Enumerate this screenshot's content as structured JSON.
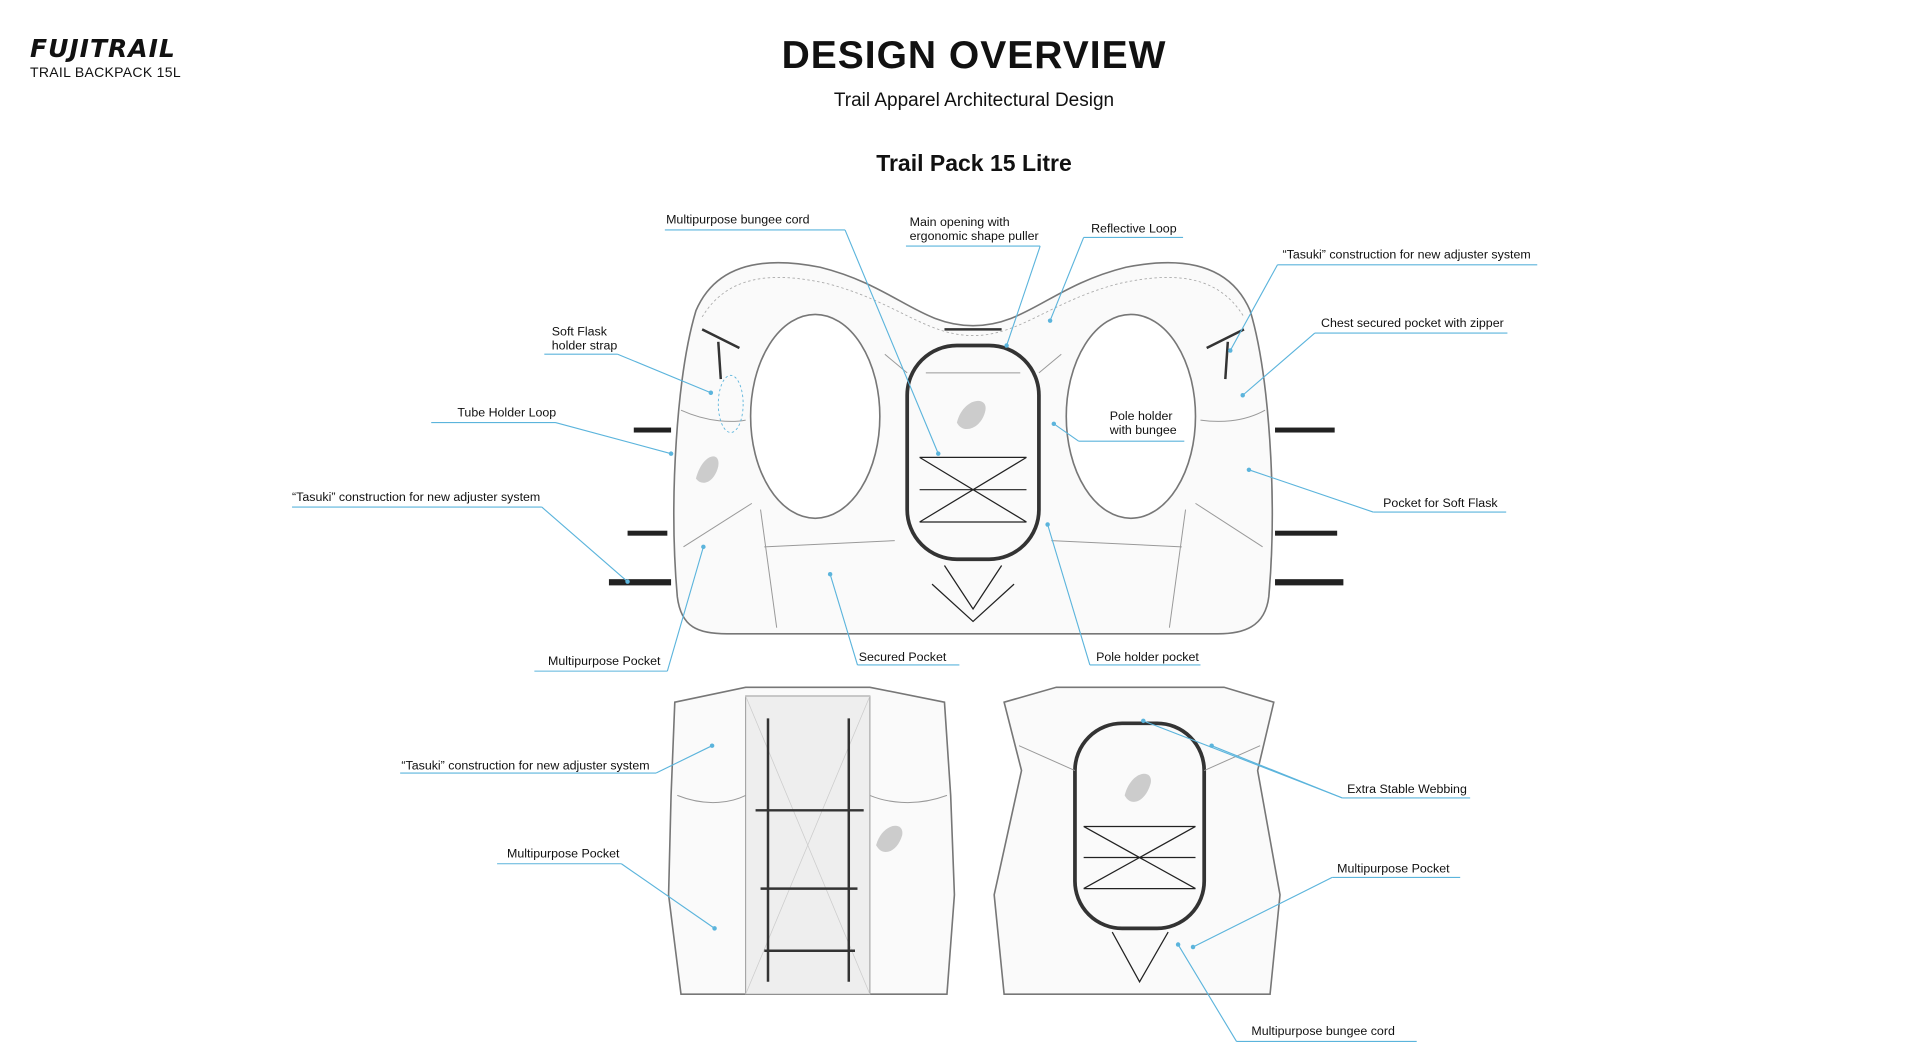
{
  "header": {
    "brand": "FUJITRAIL",
    "product": "TRAIL BACKPACK 15L",
    "title": "DESIGN OVERVIEW",
    "subtitle": "Trail Apparel Architectural Design",
    "section_title": "Trail Pack 15 Litre"
  },
  "colors": {
    "leader": "#5bb4dc",
    "text": "#111111"
  },
  "callouts": [
    {
      "lines": [
        "Multipurpose bungee cord"
      ]
    },
    {
      "lines": [
        "Main opening with",
        "ergonomic shape puller"
      ]
    },
    {
      "lines": [
        "Reflective Loop"
      ]
    },
    {
      "lines": [
        "“Tasuki” construction for new adjuster system"
      ]
    },
    {
      "lines": [
        "Chest secured pocket with zipper"
      ]
    },
    {
      "lines": [
        "Soft Flask",
        "holder strap"
      ]
    },
    {
      "lines": [
        "Tube Holder Loop"
      ]
    },
    {
      "lines": [
        "Pole holder",
        "with bungee"
      ]
    },
    {
      "lines": [
        "“Tasuki” construction for new adjuster system"
      ]
    },
    {
      "lines": [
        "Pocket for Soft Flask"
      ]
    },
    {
      "lines": [
        "Multipurpose Pocket"
      ]
    },
    {
      "lines": [
        "Secured Pocket"
      ]
    },
    {
      "lines": [
        "Pole holder pocket"
      ]
    },
    {
      "lines": [
        "“Tasuki” construction for new adjuster system"
      ]
    },
    {
      "lines": [
        "Extra Stable Webbing"
      ]
    },
    {
      "lines": [
        "Multipurpose Pocket"
      ]
    },
    {
      "lines": [
        "Multipurpose Pocket"
      ]
    },
    {
      "lines": [
        "Multipurpose bungee cord"
      ]
    }
  ]
}
